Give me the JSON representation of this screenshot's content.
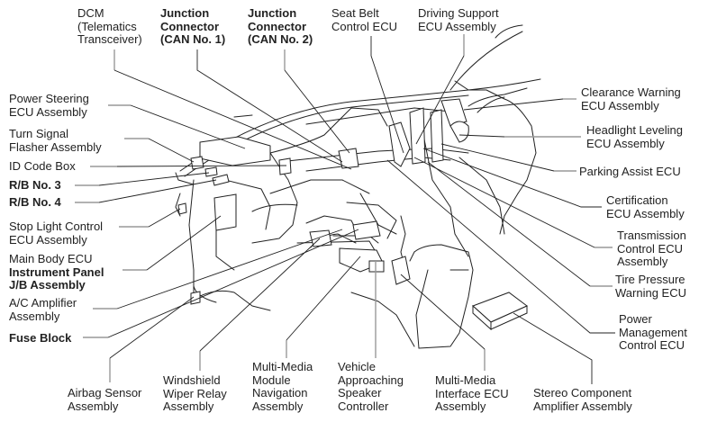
{
  "diagram": {
    "title": "ECU and Module Location Diagram (Instrument Panel Area)",
    "labels": {
      "dcm": [
        "DCM",
        "(Telematics",
        "Transceiver)"
      ],
      "jc1": [
        "Junction",
        "Connector",
        "(CAN No. 1)"
      ],
      "jc2": [
        "Junction",
        "Connector",
        "(CAN No. 2)"
      ],
      "seatbelt": [
        "Seat Belt",
        "Control ECU"
      ],
      "driving": [
        "Driving Support",
        "ECU Assembly"
      ],
      "clearance": [
        "Clearance Warning",
        "ECU Assembly"
      ],
      "headlight": [
        "Headlight Leveling",
        "ECU Assembly"
      ],
      "parking": [
        "Parking Assist ECU"
      ],
      "certification": [
        "Certification",
        "ECU Assembly"
      ],
      "transmission": [
        "Transmission",
        "Control ECU",
        "Assembly"
      ],
      "tire": [
        "Tire Pressure",
        "Warning ECU"
      ],
      "power_mgmt": [
        "Power",
        "Management",
        "Control ECU"
      ],
      "stereo": [
        "Stereo Component",
        "Amplifier Assembly"
      ],
      "mm_interface": [
        "Multi-Media",
        "Interface ECU",
        "Assembly"
      ],
      "vehicle_approach": [
        "Vehicle",
        "Approaching",
        "Speaker",
        "Controller"
      ],
      "mm_module": [
        "Multi-Media",
        "Module",
        "Navigation",
        "Assembly"
      ],
      "wiper": [
        "Windshield",
        "Wiper Relay",
        "Assembly"
      ],
      "airbag": [
        "Airbag Sensor",
        "Assembly"
      ],
      "fuse": [
        "Fuse Block"
      ],
      "ac_amp": [
        "A/C Amplifier",
        "Assembly"
      ],
      "main_body": [
        "Main Body ECU"
      ],
      "ip_jb": [
        "Instrument Panel",
        "J/B Assembly"
      ],
      "stop_light": [
        "Stop Light Control",
        "ECU Assembly"
      ],
      "rb4": [
        "R/B No. 4"
      ],
      "rb3": [
        "R/B No. 3"
      ],
      "id_code": [
        "ID Code Box"
      ],
      "turn_signal": [
        "Turn Signal",
        "Flasher Assembly"
      ],
      "power_steering": [
        "Power Steering",
        "ECU Assembly"
      ]
    }
  }
}
